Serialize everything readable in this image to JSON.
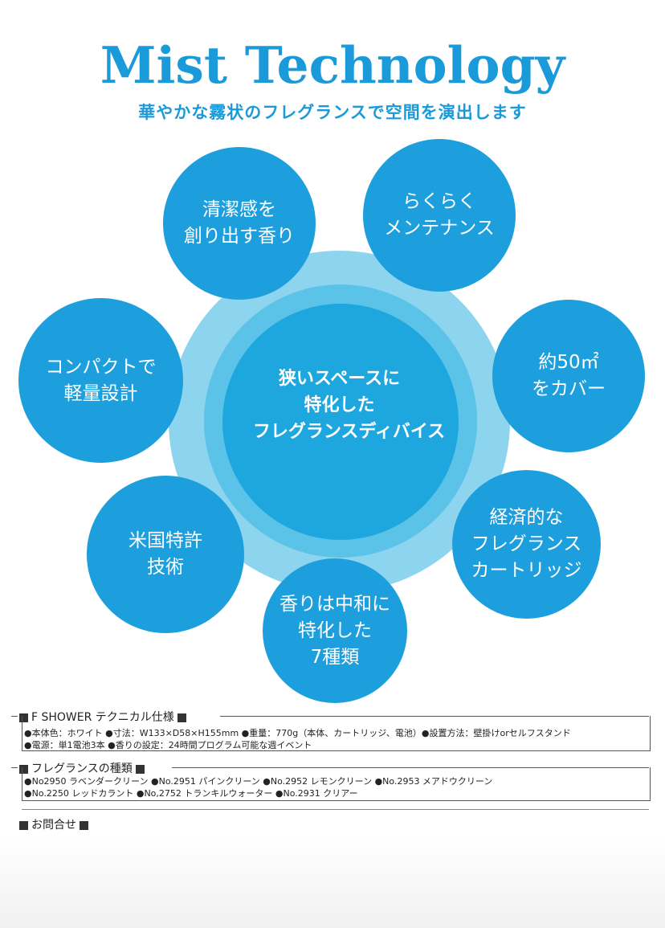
{
  "header": {
    "title": "Mist Technology",
    "subtitle": "華やかな霧状のフレグランスで空間を演出します"
  },
  "center": {
    "lines": [
      "狭いスペースに",
      "特化した",
      "フレグランスディバイス"
    ]
  },
  "features": [
    {
      "lines": [
        "清潔感を",
        "創り出す香り"
      ]
    },
    {
      "lines": [
        "らくらく",
        "メンテナンス"
      ]
    },
    {
      "lines": [
        "コンパクトで",
        "軽量設計"
      ]
    },
    {
      "lines": [
        "約50㎡",
        "をカバー"
      ]
    },
    {
      "lines": [
        "米国特許",
        "技術"
      ]
    },
    {
      "lines": [
        "経済的な",
        "フレグランス",
        "カートリッジ"
      ]
    },
    {
      "lines": [
        "香りは中和に",
        "特化した",
        "7種類"
      ]
    }
  ],
  "specs": {
    "title": "F SHOWER テクニカル仕様",
    "lines": [
      "●本体色：ホワイト ●寸法：W133×D58×H155mm ●重量：770g（本体、カートリッジ、電池）●設置方法：壁掛けorセルフスタンド",
      "●電源：単1電池3本 ●香りの設定：24時間プログラム可能な週イベント"
    ]
  },
  "fragrances": {
    "title": "フレグランスの種類",
    "lines": [
      "●No2950 ラベンダークリーン ●No.2951 パインクリーン ●No.2952 レモンクリーン ●No.2953 メアドウクリーン",
      "●No.2250 レッドカラント ●No,2752 トランキルウォーター ●No.2931 クリアー"
    ]
  },
  "contact": {
    "title": "お問合せ"
  },
  "colors": {
    "accent": "#1a9ad9",
    "bubble": "#1e9fdd",
    "halo_outer": "#8dd5ef",
    "halo_mid": "#5bc2e8"
  }
}
